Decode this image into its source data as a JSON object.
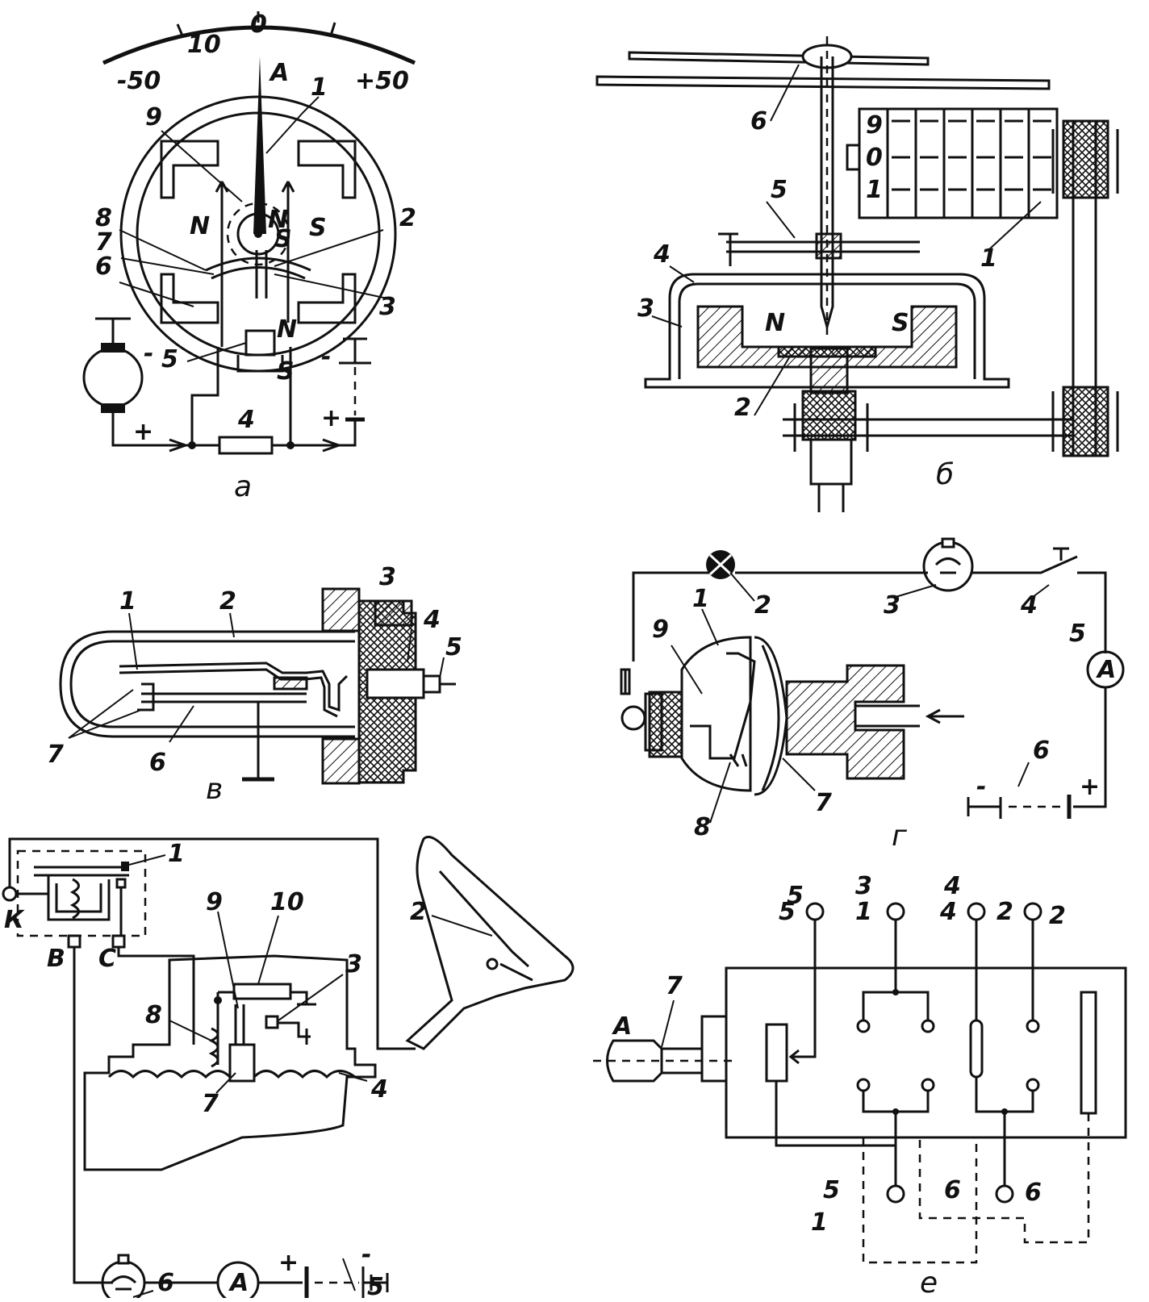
{
  "panel_a": {
    "caption": "а",
    "scale_labels": [
      "-50",
      "10",
      "0",
      "+50"
    ],
    "meter_letter": "A",
    "pole_letters": [
      "N",
      "N",
      "S",
      "S",
      "N",
      "S"
    ],
    "callouts": [
      "1",
      "2",
      "3",
      "4",
      "5",
      "6",
      "7",
      "8",
      "9"
    ],
    "signs": [
      "-",
      "+",
      "-",
      "+"
    ]
  },
  "panel_b": {
    "caption": "б",
    "drum_digits": [
      "9",
      "0",
      "1"
    ],
    "pole_letters": [
      "N",
      "S"
    ],
    "callouts": [
      "1",
      "2",
      "3",
      "4",
      "5",
      "6"
    ]
  },
  "panel_v": {
    "caption": "в",
    "callouts": [
      "1",
      "2",
      "3",
      "4",
      "5",
      "6",
      "7"
    ]
  },
  "panel_g": {
    "caption": "г",
    "meter_letter": "A",
    "callouts": [
      "1",
      "2",
      "3",
      "4",
      "5",
      "6",
      "7",
      "8",
      "9"
    ],
    "signs": [
      "-",
      "+"
    ]
  },
  "panel_d": {
    "terminal_letters": [
      "К",
      "В",
      "С"
    ],
    "meter_letter": "A",
    "callouts": [
      "1",
      "2",
      "3",
      "4",
      "5",
      "6",
      "7",
      "8",
      "9",
      "10"
    ],
    "signs": [
      "+",
      "-"
    ]
  },
  "panel_e": {
    "caption": "е",
    "shaft_letter": "A",
    "callouts": [
      "5",
      "3",
      "4",
      "2",
      "1",
      "6",
      "7"
    ],
    "handwritten_marks": [
      "5",
      "1",
      "4",
      "2",
      "5",
      "6"
    ]
  }
}
